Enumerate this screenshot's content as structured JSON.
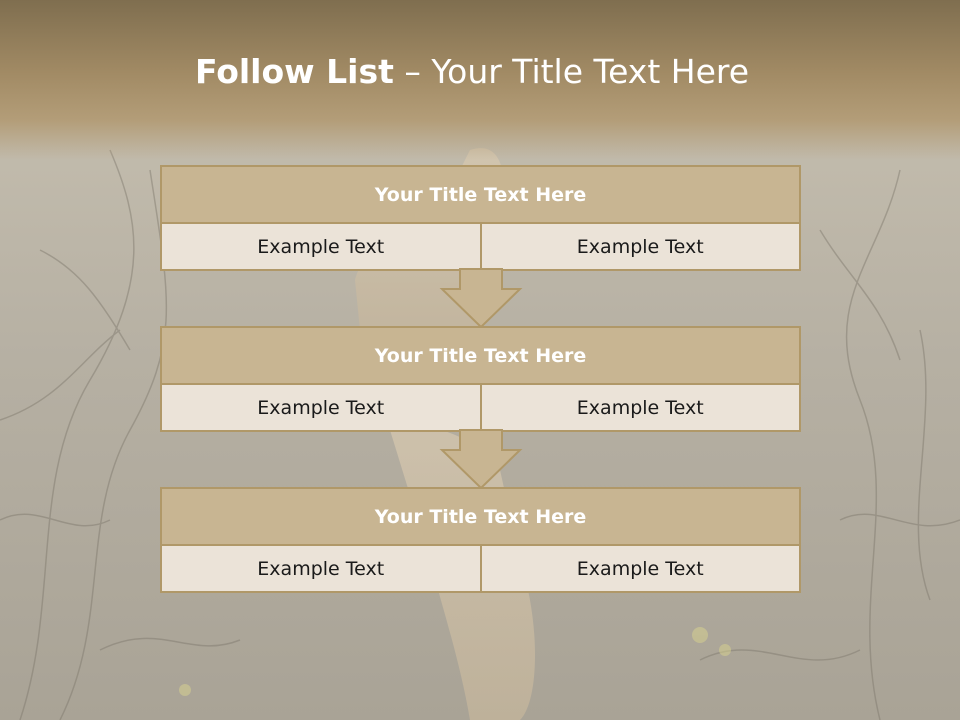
{
  "slide": {
    "title_bold": "Follow List",
    "title_rest": " – Your Title Text Here"
  },
  "steps": [
    {
      "title": "Your Title Text Here",
      "left": "Example Text",
      "right": "Example Text"
    },
    {
      "title": "Your Title Text Here",
      "left": "Example Text",
      "right": "Example Text"
    },
    {
      "title": "Your Title Text Here",
      "left": "Example Text",
      "right": "Example Text"
    }
  ],
  "colors": {
    "header_band": "#a18a64",
    "box_header": "#c8b592",
    "box_body": "#ebe3d8",
    "border": "#b09868"
  }
}
